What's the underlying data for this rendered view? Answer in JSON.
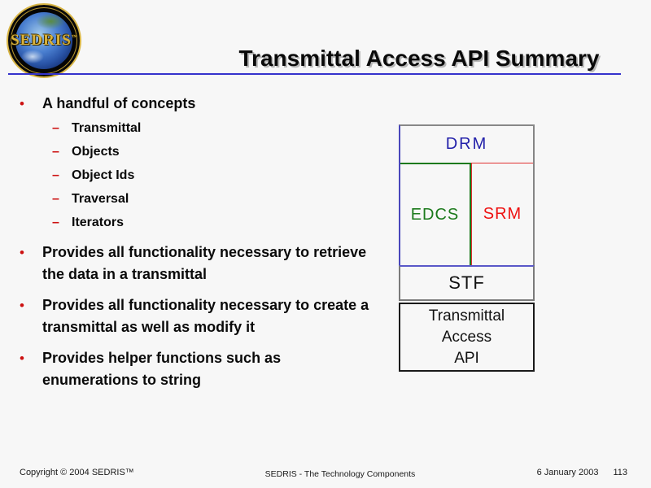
{
  "slide": {
    "logo": {
      "text": "SEDRIS",
      "tm": "™"
    },
    "title": "Transmittal Access API Summary",
    "markers": {
      "dot": "•",
      "dash": "–"
    },
    "bullets": [
      {
        "label": "A handful of concepts",
        "sub": [
          "Transmittal",
          "Objects",
          "Object Ids",
          "Traversal",
          "Iterators"
        ]
      },
      {
        "label": "Provides all functionality necessary to retrieve the data in a transmittal"
      },
      {
        "label": "Provides all functionality necessary to create a transmittal as well as modify it"
      },
      {
        "label": "Provides helper functions such as enumerations to string"
      }
    ],
    "diagram": {
      "drm": "DRM",
      "edcs": "EDCS",
      "srm": "SRM",
      "stf": "STF",
      "api_line1": "Transmittal",
      "api_line2": "Access",
      "api_line3": "API"
    },
    "footer": {
      "copyright": "Copyright © 2004 SEDRIS™",
      "center": "SEDRIS - The Technology Components",
      "date": "6 January 2003",
      "page": "113"
    },
    "colors": {
      "title_rule": "#3533cc",
      "bullet_marker": "#cc1111",
      "drm_text": "#2321aa",
      "edcs_text": "#1c7a1c",
      "srm_text": "#ee1111"
    }
  }
}
